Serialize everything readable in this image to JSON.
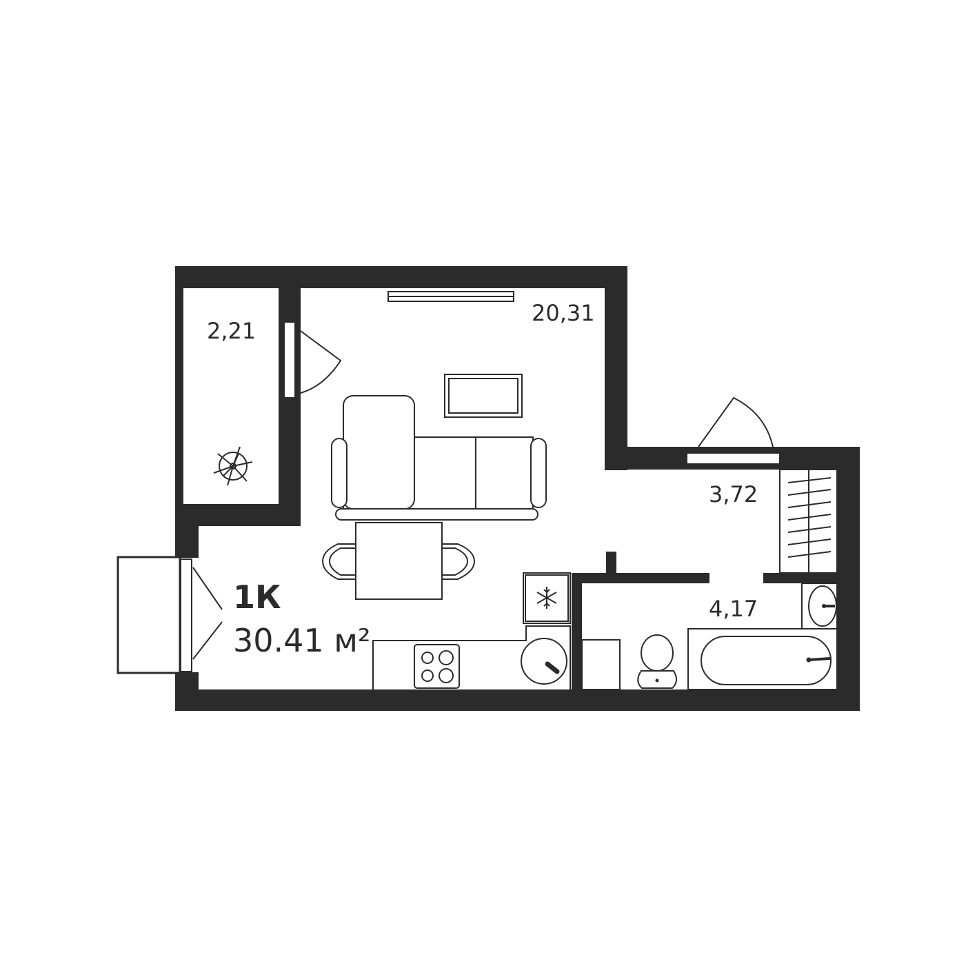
{
  "plan": {
    "type_label": "1К",
    "total_area": "30.41 м²"
  },
  "rooms": {
    "balcony": {
      "area": "2,21"
    },
    "living": {
      "area": "20,31"
    },
    "hall": {
      "area": "3,72"
    },
    "bathroom": {
      "area": "4,17"
    }
  },
  "colors": {
    "wall": "#2b2b2b",
    "background": "#ffffff"
  }
}
